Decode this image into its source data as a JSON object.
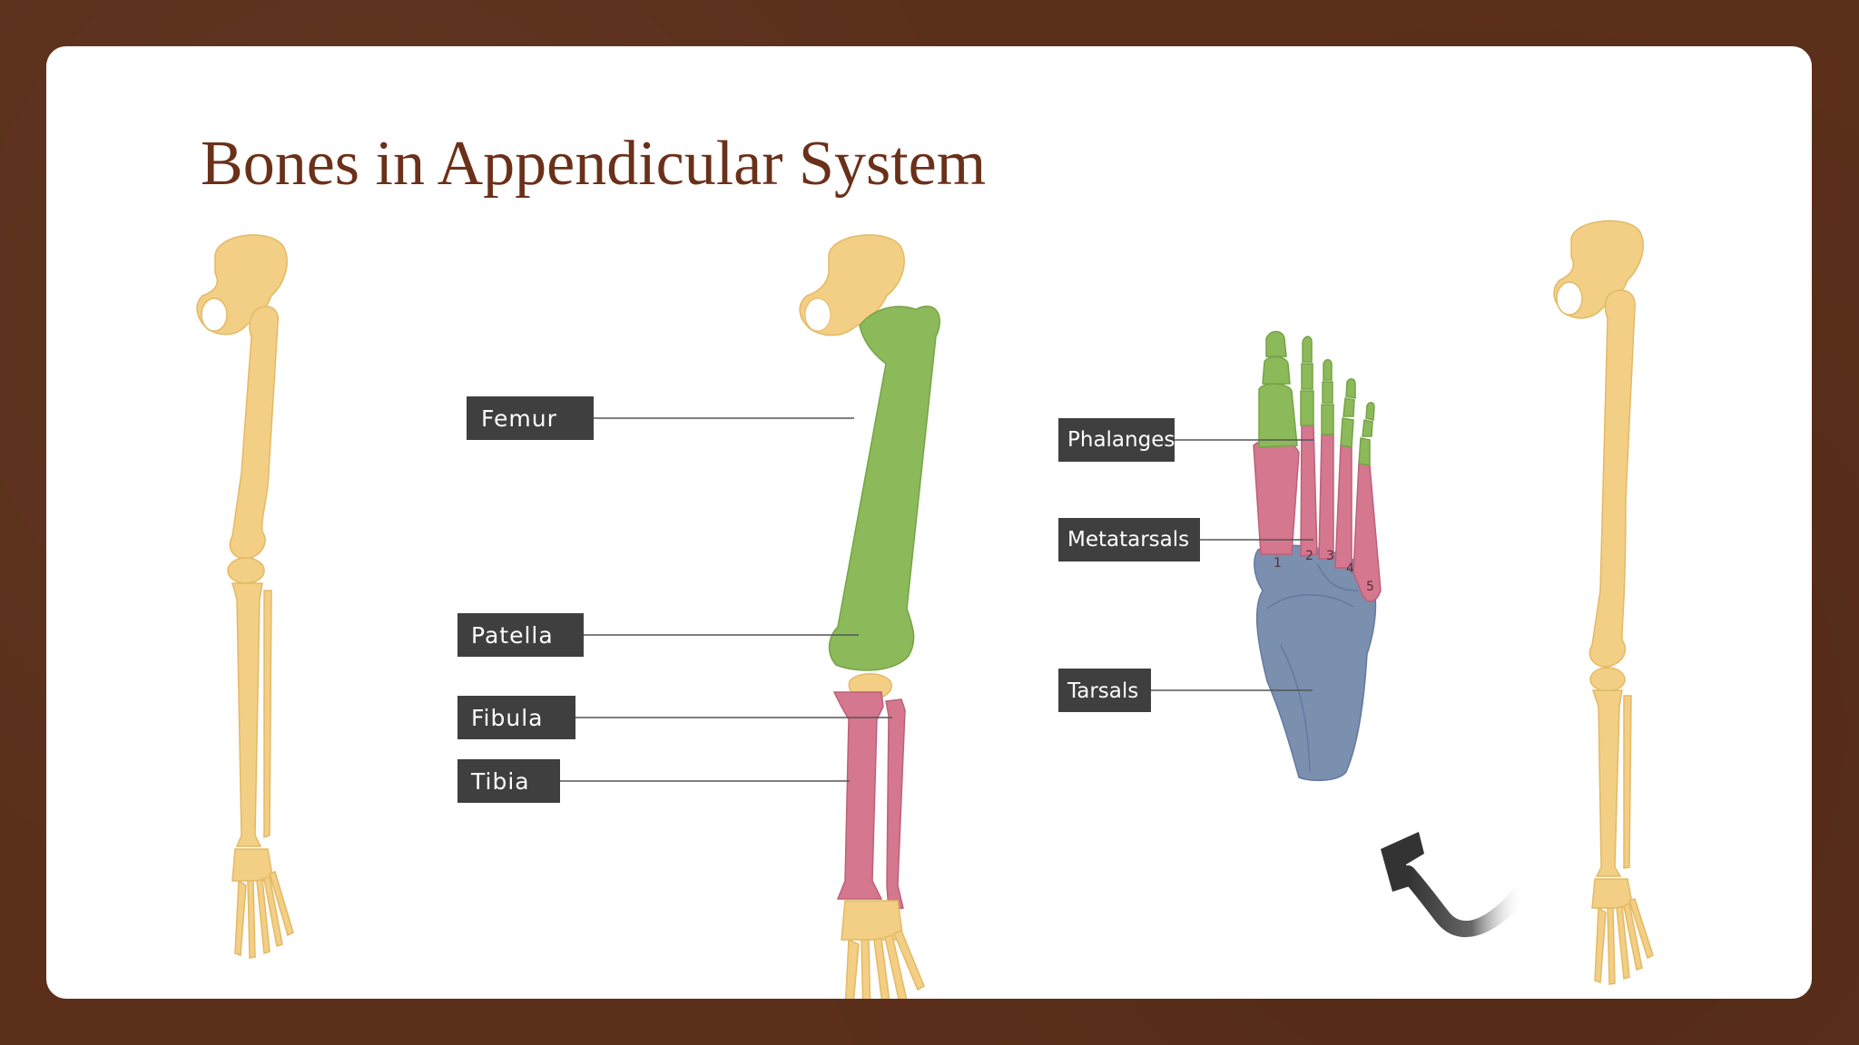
{
  "slide": {
    "title": "Bones in Appendicular System"
  },
  "colors": {
    "frame": "#5b2f1a",
    "title": "#6b3019",
    "bone": "#f2cf85",
    "femur": "#8cba5a",
    "leg_lower": "#d4778f",
    "tarsals": "#7b8fae",
    "phalanges": "#8cba5a",
    "label_bg": "#3f3f3f"
  },
  "leg_labels": {
    "femur": "Femur",
    "patella": "Patella",
    "fibula": "Fibula",
    "tibia": "Tibia"
  },
  "foot_labels": {
    "phalanges": "Phalanges",
    "metatarsals": "Metatarsals",
    "tarsals": "Tarsals"
  },
  "metatarsal_numbers": [
    "1",
    "2",
    "3",
    "4",
    "5"
  ],
  "icons": {
    "arrow": "curved-arrow-icon"
  }
}
